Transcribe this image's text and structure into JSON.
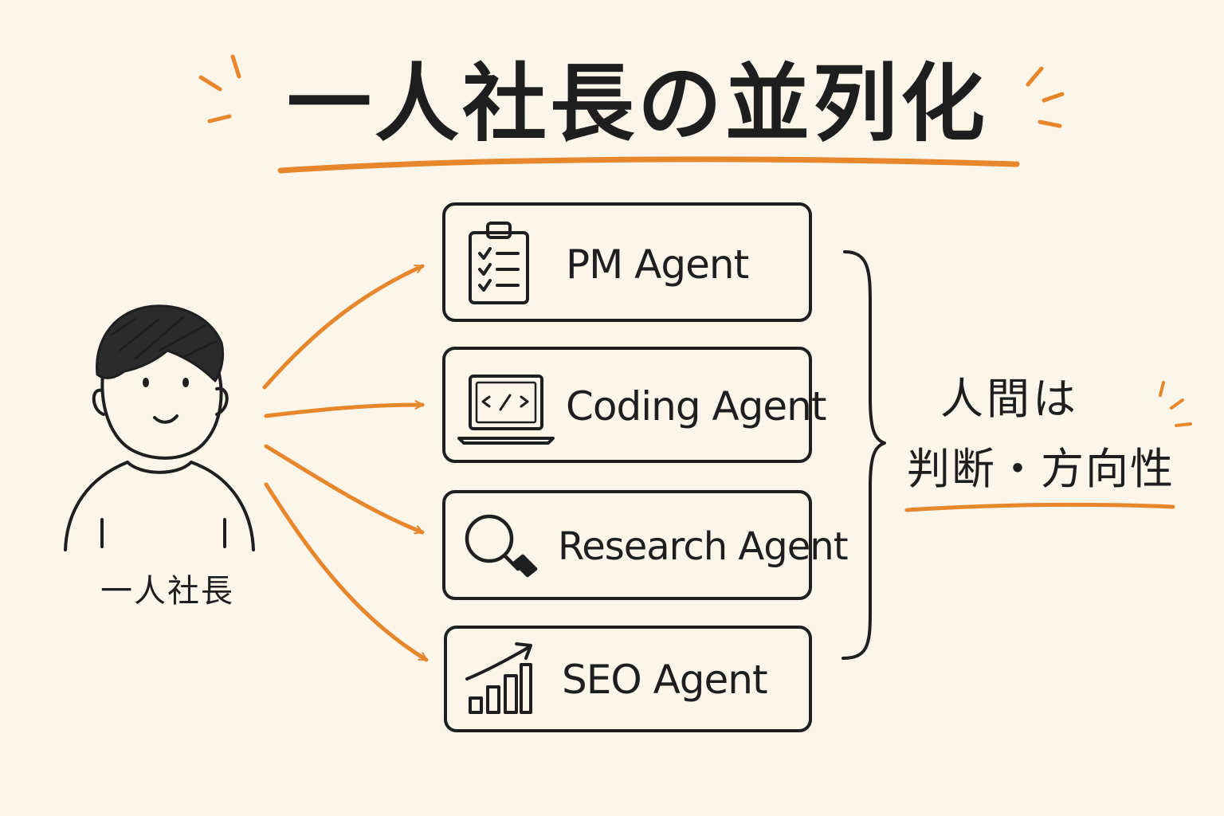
{
  "title": "一人社長の並列化",
  "person": {
    "label": "一人社長"
  },
  "agents": [
    {
      "label": "PM Agent",
      "icon": "clipboard-checklist-icon"
    },
    {
      "label": "Coding Agent",
      "icon": "laptop-code-icon"
    },
    {
      "label": "Research Agent",
      "icon": "magnifier-icon"
    },
    {
      "label": "SEO Agent",
      "icon": "growth-chart-icon"
    }
  ],
  "human_role": {
    "line1": "人間は",
    "line2": "判断・方向性"
  },
  "colors": {
    "background": "#fbf5ea",
    "ink": "#1f1f1f",
    "accent": "#e8862c"
  }
}
